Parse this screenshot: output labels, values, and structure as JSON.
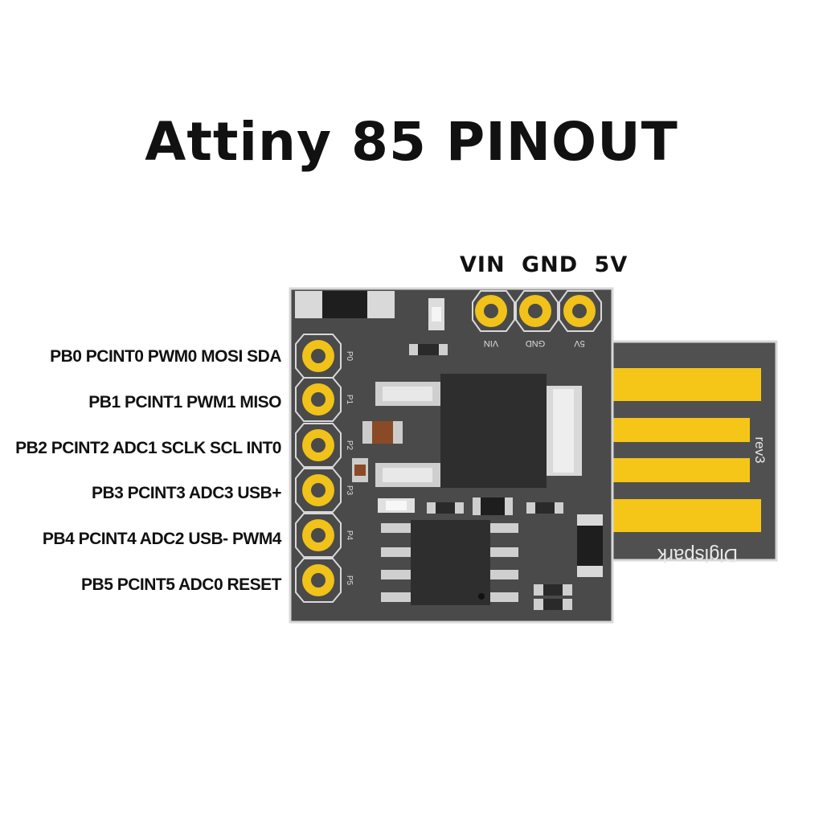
{
  "title": "Attiny 85 PINOUT",
  "power_labels": [
    "VIN",
    "GND",
    "5V"
  ],
  "power_silkscreen": [
    "VIN",
    "GND",
    "5V"
  ],
  "left_pins": [
    {
      "label": "PB0 PCINT0 PWM0 MOSI SDA",
      "silk": "P0"
    },
    {
      "label": "PB1 PCINT1 PWM1 MISO",
      "silk": "P1"
    },
    {
      "label": "PB2 PCINT2 ADC1 SCLK SCL INT0",
      "silk": "P2"
    },
    {
      "label": "PB3 PCINT3 ADC3 USB+",
      "silk": "P3"
    },
    {
      "label": "PB4 PCINT4 ADC2 USB- PWM4",
      "silk": "P4"
    },
    {
      "label": "PB5 PCINT5 ADC0 RESET",
      "silk": "P5"
    }
  ],
  "usb_text": {
    "rev": "rev3",
    "brand": "Digispark"
  },
  "colors": {
    "board": "#4a4a4a",
    "usb_board": "#505050",
    "pad_gold": "#f0c21a",
    "usb_contact": "#f5c518",
    "chip": "#2e2e2e",
    "text": "#111111"
  }
}
